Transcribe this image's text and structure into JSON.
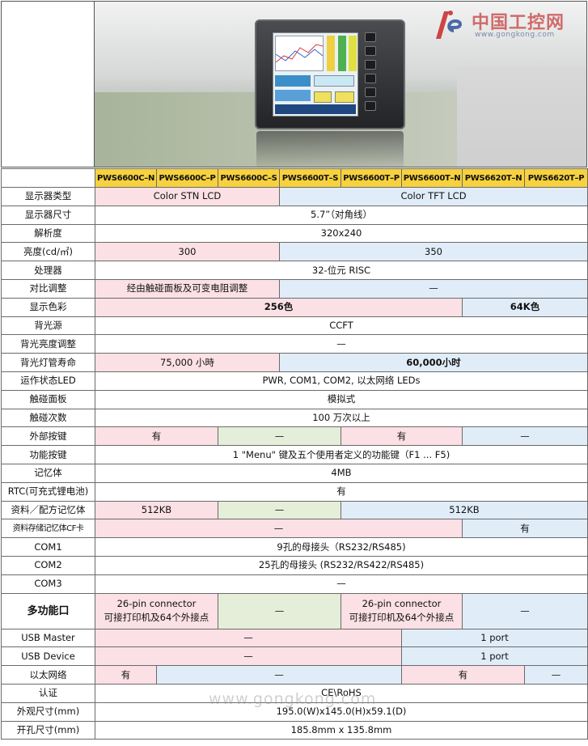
{
  "logo": {
    "cn": "中国工控网",
    "url": "www.gongkong.com",
    "mark": "ie"
  },
  "models": [
    "PWS6600C–N",
    "PWS6600C–P",
    "PWS6600C–S",
    "PWS6600T–S",
    "PWS6600T–P",
    "PWS6600T–N",
    "PWS6620T–N",
    "PWS6620T–P"
  ],
  "rows": {
    "display_type": {
      "label": "显示器类型",
      "stn": "Color STN LCD",
      "tft": "Color TFT LCD"
    },
    "display_size": {
      "label": "显示器尺寸",
      "value": "5.7”（对角线）"
    },
    "resolution": {
      "label": "解析度",
      "value": "320x240"
    },
    "brightness": {
      "label": "亮度(cd/㎡)",
      "a": "300",
      "b": "350"
    },
    "processor": {
      "label": "处理器",
      "value": "32-位元 RISC"
    },
    "contrast": {
      "label": "对比调整",
      "a": "经由触碰面板及可变电阻调整",
      "b": "—"
    },
    "colors": {
      "label": "显示色彩",
      "a": "256色",
      "b": "64K色"
    },
    "backlight": {
      "label": "背光源",
      "value": "CCFT"
    },
    "backlight_adj": {
      "label": "背光亮度调整",
      "value": "—"
    },
    "backlight_life": {
      "label": "背光灯管寿命",
      "a": "75,000 小時",
      "b": "60,000小时"
    },
    "status_led": {
      "label": "运作状态LED",
      "value": "PWR, COM1, COM2, 以太网络 LEDs"
    },
    "touch_panel": {
      "label": "触碰面板",
      "value": "模拟式"
    },
    "touch_count": {
      "label": "触碰次数",
      "value": "100 万次以上"
    },
    "ext_keys": {
      "label": "外部按键",
      "a": "有",
      "b": "—",
      "c": "有",
      "d": "—"
    },
    "func_keys": {
      "label": "功能按键",
      "value": "1 \"Menu\"  键及五个使用者定义的功能键（F1 ... F5)"
    },
    "memory": {
      "label": "记忆体",
      "value": "4MB"
    },
    "rtc": {
      "label": "RTC(可充式锂电池)",
      "value": "有"
    },
    "recipe_mem": {
      "label": "资料／配方记忆体",
      "a": "512KB",
      "b": "—",
      "c": "512KB"
    },
    "cf_card": {
      "label": "资料存储记忆体CF卡",
      "a": "—",
      "b": "有"
    },
    "com1": {
      "label": "COM1",
      "value": "9孔的母接头（RS232/RS485)"
    },
    "com2": {
      "label": "COM2",
      "value": "25孔的母接头 (RS232/RS422/RS485)"
    },
    "com3": {
      "label": "COM3",
      "value": "—"
    },
    "multi_port": {
      "label": "多功能口",
      "a1": "26-pin connector",
      "a2": "可接打印机及64个外接点",
      "b": "—",
      "c1": "26-pin connector",
      "c2": "可接打印机及64个外接点",
      "d": "—"
    },
    "usb_master": {
      "label": "USB Master",
      "a": "—",
      "b": "1 port"
    },
    "usb_device": {
      "label": "USB Device",
      "a": "—",
      "b": "1 port"
    },
    "ethernet": {
      "label": "以太网络",
      "a": "有",
      "b": "—",
      "c": "有",
      "d": "—"
    },
    "cert": {
      "label": "认证",
      "value": "CE\\RoHS"
    },
    "dimensions": {
      "label": "外观尺寸(mm)",
      "value": "195.0(W)x145.0(H)x59.1(D)"
    },
    "cutout": {
      "label": "开孔尺寸(mm)",
      "value": "185.8mm x 135.8mm"
    }
  },
  "watermark": "www.gongkong.com"
}
